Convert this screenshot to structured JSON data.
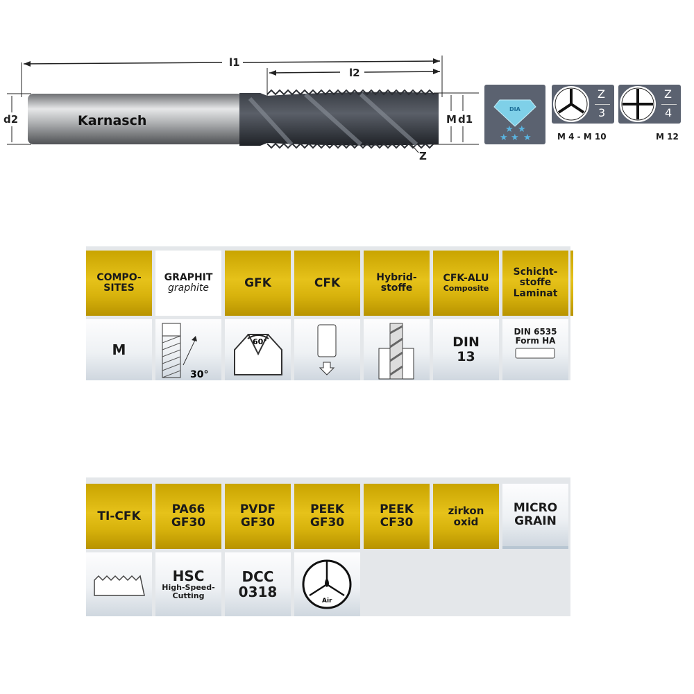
{
  "drawing": {
    "brand": "Karnasch",
    "l1": "l1",
    "l2": "l2",
    "d2": "d2",
    "M": "M",
    "d1": "d1",
    "Z": "Z"
  },
  "badges": {
    "dia": "DIA",
    "z3": {
      "z": "Z",
      "n": "3",
      "range": "M 4 - M 10"
    },
    "z4": {
      "z": "Z",
      "n": "4",
      "range": "M 12"
    }
  },
  "grid1": {
    "headers": [
      {
        "l1": "COMPO-",
        "l2": "SITES"
      },
      {
        "l1": "GRAPHIT",
        "l2": "graphite"
      },
      {
        "l1": "GFK"
      },
      {
        "l1": "CFK"
      },
      {
        "l1": "Hybrid-",
        "l2": "stoffe"
      },
      {
        "l1": "CFK-ALU",
        "l2": "Composite"
      },
      {
        "l1": "Schicht-",
        "l2": "stoffe",
        "l3": "Laminat"
      }
    ],
    "bottom": {
      "m": "M",
      "angle30": "30°",
      "angle60": "60°",
      "din13_a": "DIN",
      "din13_b": "13",
      "din6535_a": "DIN 6535",
      "din6535_b": "Form HA"
    }
  },
  "grid2": {
    "headers": [
      {
        "l1": "TI-CFK"
      },
      {
        "l1": "PA66",
        "l2": "GF30"
      },
      {
        "l1": "PVDF",
        "l2": "GF30"
      },
      {
        "l1": "PEEK",
        "l2": "GF30"
      },
      {
        "l1": "PEEK",
        "l2": "CF30"
      },
      {
        "l1": "zirkon",
        "l2": "oxid"
      },
      {
        "l1": "MICRO",
        "l2": "GRAIN"
      }
    ],
    "bottom": {
      "hsc": "HSC",
      "hsc_sub1": "High-Speed-",
      "hsc_sub2": "Cutting",
      "dcc1": "DCC",
      "dcc2": "0318",
      "air": "Air"
    }
  }
}
